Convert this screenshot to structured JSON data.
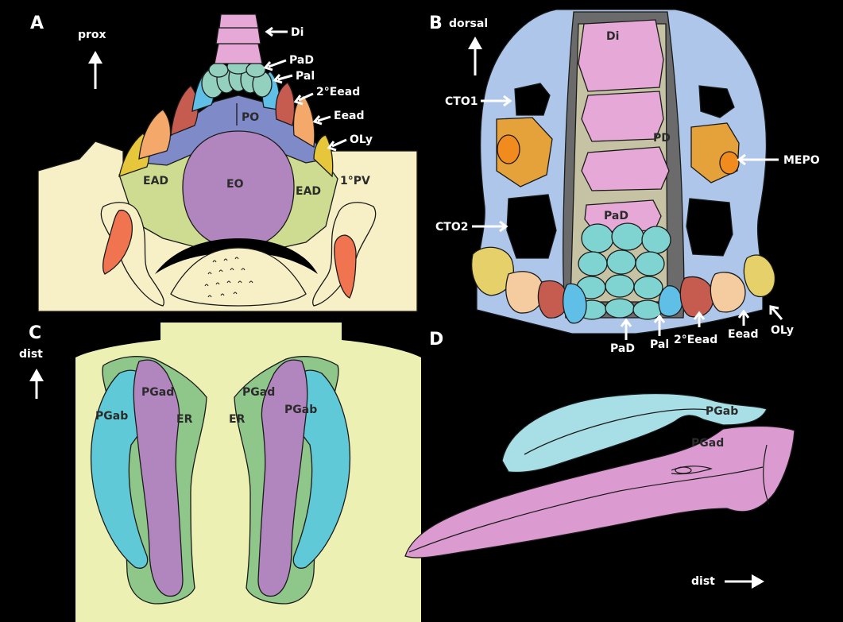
{
  "panels": {
    "a": {
      "letter": "A",
      "direction": "prox",
      "labels": {
        "di": "Di",
        "pad": "PaD",
        "pal": "Pal",
        "sec_eead": "2°Eead",
        "eead": "Eead",
        "oly": "OLy",
        "po": "PO",
        "ead_left": "EAD",
        "eo": "EO",
        "ead_right": "EAD",
        "pv": "1°PV"
      }
    },
    "b": {
      "letter": "B",
      "direction": "dorsal",
      "labels": {
        "di": "Di",
        "cto1": "CTO1",
        "pd": "PD",
        "mepo": "MEPO",
        "cto2": "CTO2",
        "pad_inner": "PaD",
        "pad": "PaD",
        "pal": "Pal",
        "sec_eead": "2°Eead",
        "eead": "Eead",
        "oly": "OLy"
      }
    },
    "c": {
      "letter": "C",
      "direction": "dist",
      "labels": {
        "pgad_left": "PGad",
        "pgab_left": "PGab",
        "er_left": "ER",
        "er_right": "ER",
        "pgad_right": "PGad",
        "pgab_right": "PGab"
      }
    },
    "d": {
      "letter": "D",
      "direction": "dist",
      "labels": {
        "pgab": "PGab",
        "pgad": "PGad"
      }
    }
  },
  "colors": {
    "background": "#000000",
    "cream": "#f7f0c6",
    "pale_green": "#ecf1b3",
    "light_green": "#cddc90",
    "pink": "#e6a8d6",
    "mint": "#93d1be",
    "sky": "#5fbfe6",
    "red": "#c65c50",
    "peach": "#f4a86a",
    "yellow": "#e6c63a",
    "periwinkle": "#7f8ac9",
    "purple": "#b185bd",
    "orange": "#f07450",
    "light_blue": "#adc6ea",
    "dark_gray": "#6b6b6b",
    "khaki": "#c5c3a4",
    "gold": "#e6a23a",
    "bright_orange": "#f28b1d",
    "tan": "#f4cc9f",
    "cyan": "#7fd3d1",
    "green": "#8fc78a",
    "light_cyan": "#a8dfe7",
    "magenta": "#dc9bd0"
  }
}
